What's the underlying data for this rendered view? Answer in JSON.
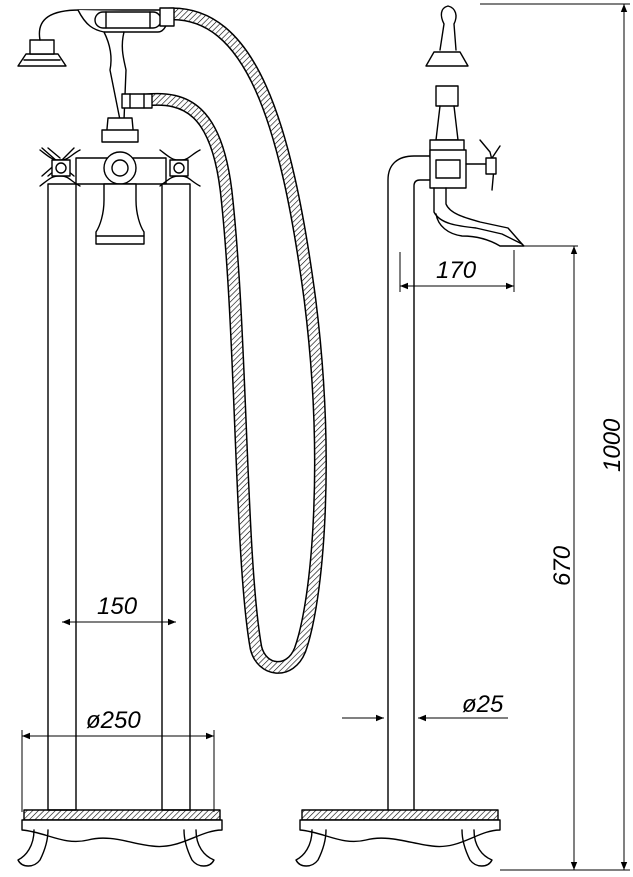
{
  "dimensions": {
    "spacing_150": "150",
    "base_diameter": "ø250",
    "spout_reach": "170",
    "column_diameter": "ø25",
    "spout_height": "670",
    "total_height": "1000"
  },
  "colors": {
    "line": "#000000",
    "background": "#ffffff"
  }
}
